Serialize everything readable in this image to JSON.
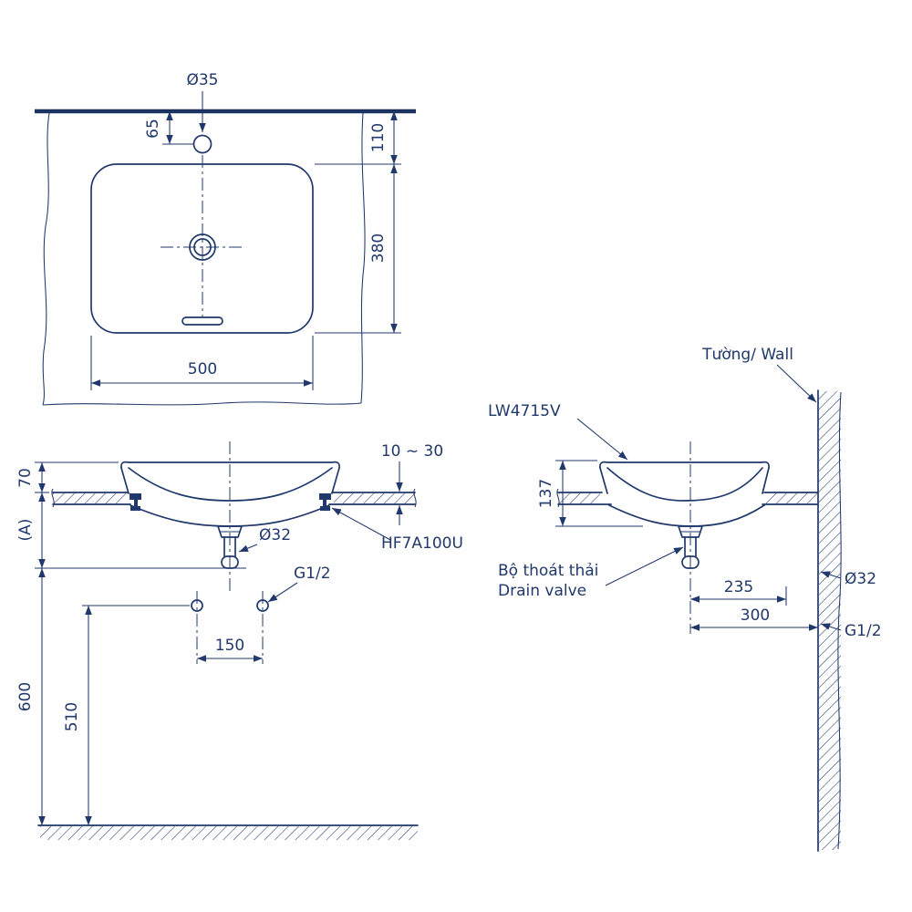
{
  "drawing": {
    "ink_color": "#20386b",
    "background_color": "#ffffff"
  },
  "plan_view": {
    "faucet_hole_dia": "Ø35",
    "faucet_center_offset": "65",
    "wall_to_cutout": "110",
    "cutout_depth": "380",
    "cutout_width": "500"
  },
  "front_view": {
    "rim_above_counter": "70",
    "counter_to_drain_end": "(A)",
    "drain_end_to_floor": "600",
    "supply_height": "510",
    "supply_spacing": "150",
    "counter_thickness": "10 ~ 30",
    "drain_tail_dia": "Ø32",
    "supply_thread": "G1/2",
    "drain_fitting_model": "HF7A100U"
  },
  "side_view": {
    "wall_label": "Tường/ Wall",
    "product_model": "LW4715V",
    "basin_height": "137",
    "drain_valve_label_vi": "Bộ thoát thải",
    "drain_valve_label_en": "Drain valve",
    "drain_offset": "235",
    "drain_to_wall": "300",
    "wall_drain_dia": "Ø32",
    "wall_supply_thread": "G1/2"
  }
}
